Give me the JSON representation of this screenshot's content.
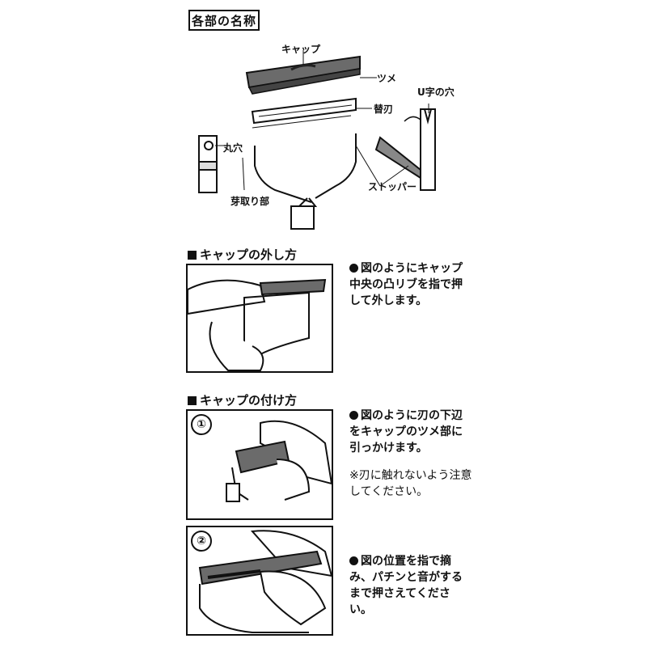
{
  "parts_title": "各部の名称",
  "parts_labels": {
    "cap": "キャップ",
    "tsume": "ツメ",
    "u_hole": "U字の穴",
    "blade": "替刃",
    "round_hole": "丸穴",
    "eye_remover": "芽取り部",
    "stopper": "ストッパー"
  },
  "remove_section": {
    "heading": "キャップの外し方",
    "note": "図のようにキャップ中央の凸リブを指で押して外します。"
  },
  "attach_section": {
    "heading": "キャップの付け方",
    "step1": {
      "number": "①",
      "note": "図のように刃の下辺をキャップのツメ部に引っかけます。",
      "caution": "※刃に触れないよう注意してください。"
    },
    "step2": {
      "number": "②",
      "note": "図の位置を指で摘み、パチンと音がするまで押さえてください。"
    }
  },
  "colors": {
    "ink": "#111111",
    "cap_gray": "#6b6b6b",
    "panel_bg": "#ffffff"
  }
}
